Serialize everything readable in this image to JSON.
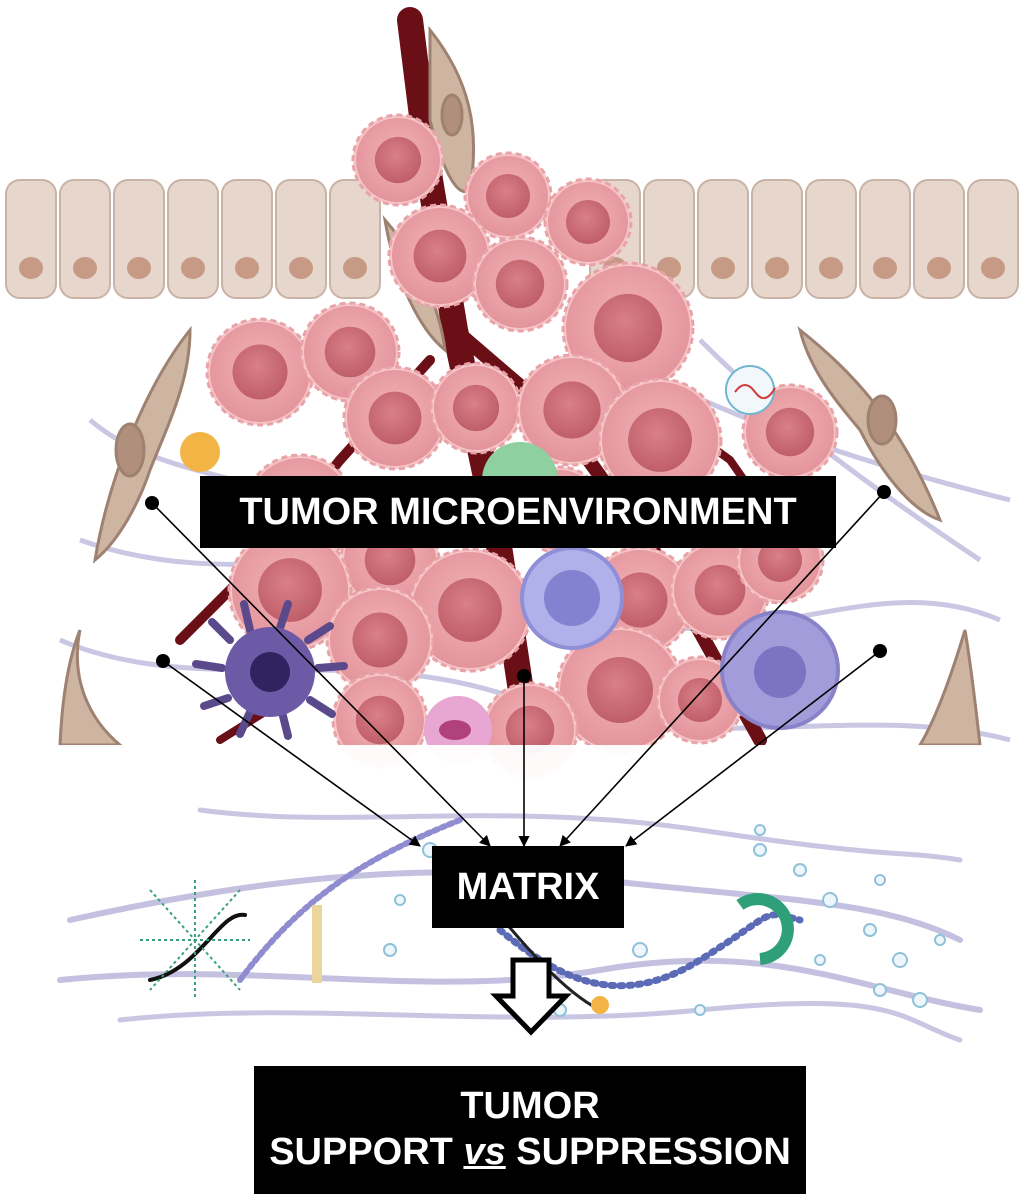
{
  "labels": {
    "tumor_microenvironment": "TUMOR MICROENVIRONMENT",
    "matrix": "MATRIX",
    "outcome_line1": "TUMOR",
    "outcome_line2_pre": "SUPPORT ",
    "outcome_line2_vs": "vs",
    "outcome_line2_post": " SUPPRESSION"
  },
  "colors": {
    "tumor_cell": "#e79aa0",
    "tumor_nucleus": "#c96a73",
    "epithelium": "#e6d6cc",
    "epithelium_nucleus": "#c79a85",
    "vessel": "#6a0f16",
    "fibroblast": "#cdb5a2",
    "collagen": "#b7b3d6",
    "dendritic_cell": "#5a4a8c",
    "macrophage": "#9f98d6",
    "lymphocyte": "#a9a9e8",
    "green_marker": "#2e9f78",
    "label_bg": "#000000",
    "label_text": "#ffffff"
  }
}
